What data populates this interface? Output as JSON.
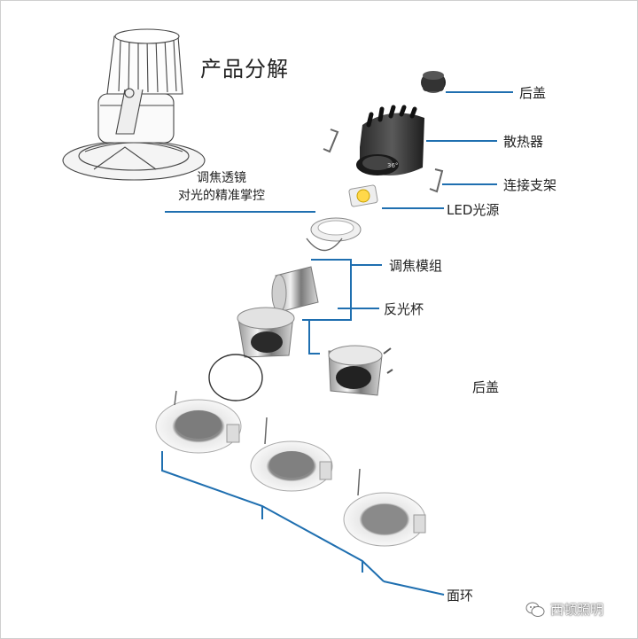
{
  "title": "产品分解",
  "caption": {
    "line1": "调焦透镜",
    "line2": "对光的精准掌控"
  },
  "labels": {
    "rear_cap": "后盖",
    "heat_sink": "散热器",
    "bracket": "连接支架",
    "led": "LED光源",
    "focus_module": "调焦模组",
    "reflector": "反光杯",
    "rear_cap_2": "后盖",
    "face_ring": "面环"
  },
  "watermark": "西顿照明",
  "badge": "36°",
  "colors": {
    "callout": "#1f6fb0",
    "text": "#222222"
  },
  "watermark_icon": "wechat-icon"
}
